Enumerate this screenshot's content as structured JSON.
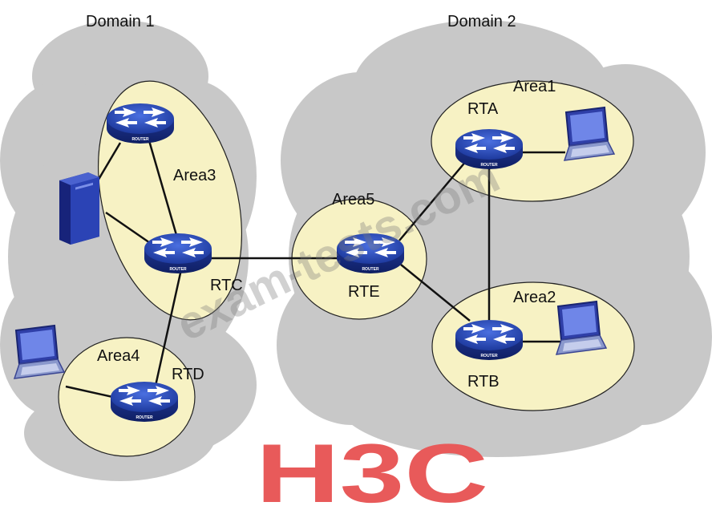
{
  "domains": [
    {
      "id": "d1",
      "label": "Domain 1"
    },
    {
      "id": "d2",
      "label": "Domain 2"
    }
  ],
  "areas": [
    {
      "id": "a1",
      "label": "Area1"
    },
    {
      "id": "a2",
      "label": "Area2"
    },
    {
      "id": "a3",
      "label": "Area3"
    },
    {
      "id": "a4",
      "label": "Area4"
    },
    {
      "id": "a5",
      "label": "Area5"
    }
  ],
  "routers": [
    {
      "id": "rta",
      "label": "RTA",
      "badge": "ROUTER"
    },
    {
      "id": "rtb",
      "label": "RTB",
      "badge": "ROUTER"
    },
    {
      "id": "rtc",
      "label": "RTC",
      "badge": "ROUTER"
    },
    {
      "id": "rtd",
      "label": "RTD",
      "badge": "ROUTER"
    },
    {
      "id": "rte",
      "label": "RTE",
      "badge": "ROUTER"
    },
    {
      "id": "rt3",
      "label": "",
      "badge": "ROUTER"
    }
  ],
  "hosts": [
    {
      "id": "laptop-a",
      "type": "laptop-icon"
    },
    {
      "id": "laptop-b",
      "type": "laptop-icon"
    },
    {
      "id": "laptop-d",
      "type": "laptop-icon"
    },
    {
      "id": "server-1",
      "type": "server-icon"
    }
  ],
  "links": [
    {
      "from": "rt3",
      "to": "rtc"
    },
    {
      "from": "rt3",
      "to": "server-1"
    },
    {
      "from": "server-1",
      "to": "rtc"
    },
    {
      "from": "rtc",
      "to": "rte"
    },
    {
      "from": "rtc",
      "to": "rtd"
    },
    {
      "from": "rtd",
      "to": "laptop-d"
    },
    {
      "from": "rte",
      "to": "rta"
    },
    {
      "from": "rte",
      "to": "rtb"
    },
    {
      "from": "rta",
      "to": "rtb"
    },
    {
      "from": "rta",
      "to": "laptop-a"
    },
    {
      "from": "rtb",
      "to": "laptop-b"
    }
  ],
  "watermark": {
    "text": "exam-tests.com"
  },
  "logo": {
    "text": "H3C",
    "color": "#e85a5a"
  },
  "colors": {
    "cloud": "#c8c8c8",
    "area_fill": "#f7f2c4",
    "router_blue": "#2a48b6",
    "link": "#111111"
  }
}
